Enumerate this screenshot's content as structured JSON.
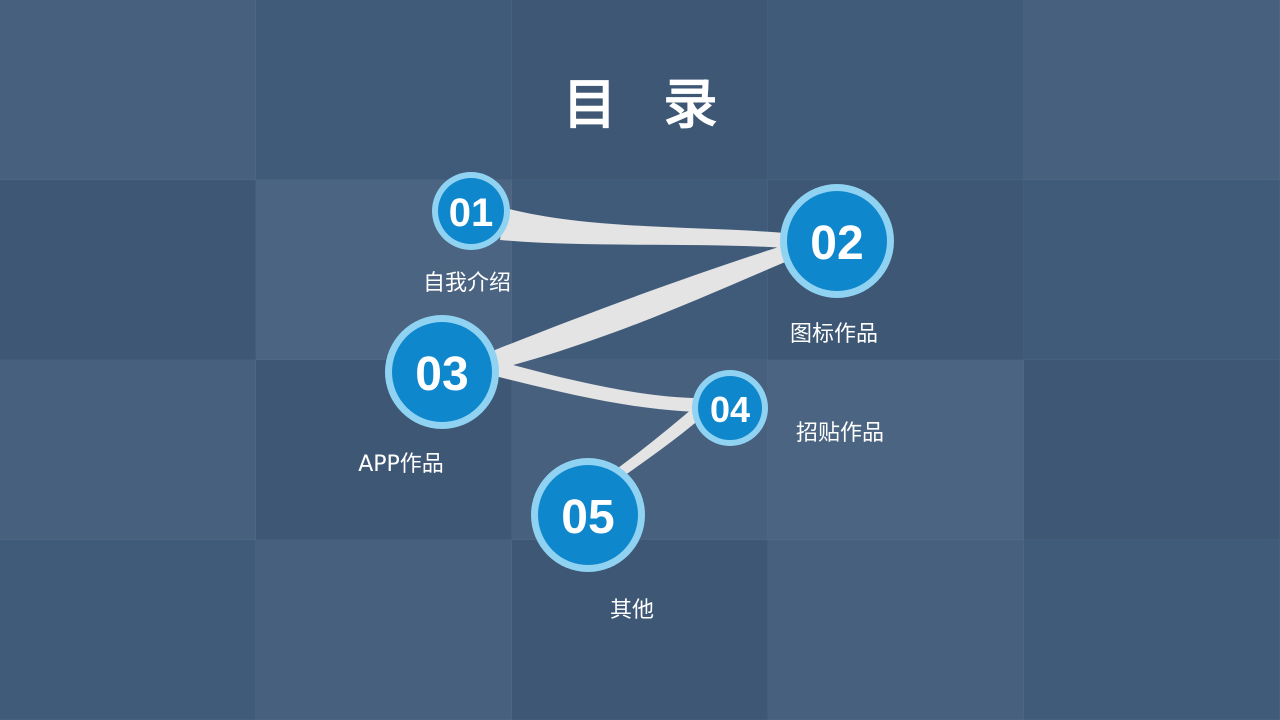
{
  "title": "目 录",
  "colors": {
    "node_fill": "#0f87cc",
    "node_ring": "#8fd2f2",
    "connector": "#e4e4e4"
  },
  "nodes": [
    {
      "number": "01",
      "label": "自我介绍"
    },
    {
      "number": "02",
      "label": "图标作品"
    },
    {
      "number": "03",
      "label": "APP作品"
    },
    {
      "number": "04",
      "label": "招贴作品"
    },
    {
      "number": "05",
      "label": "其他"
    }
  ]
}
